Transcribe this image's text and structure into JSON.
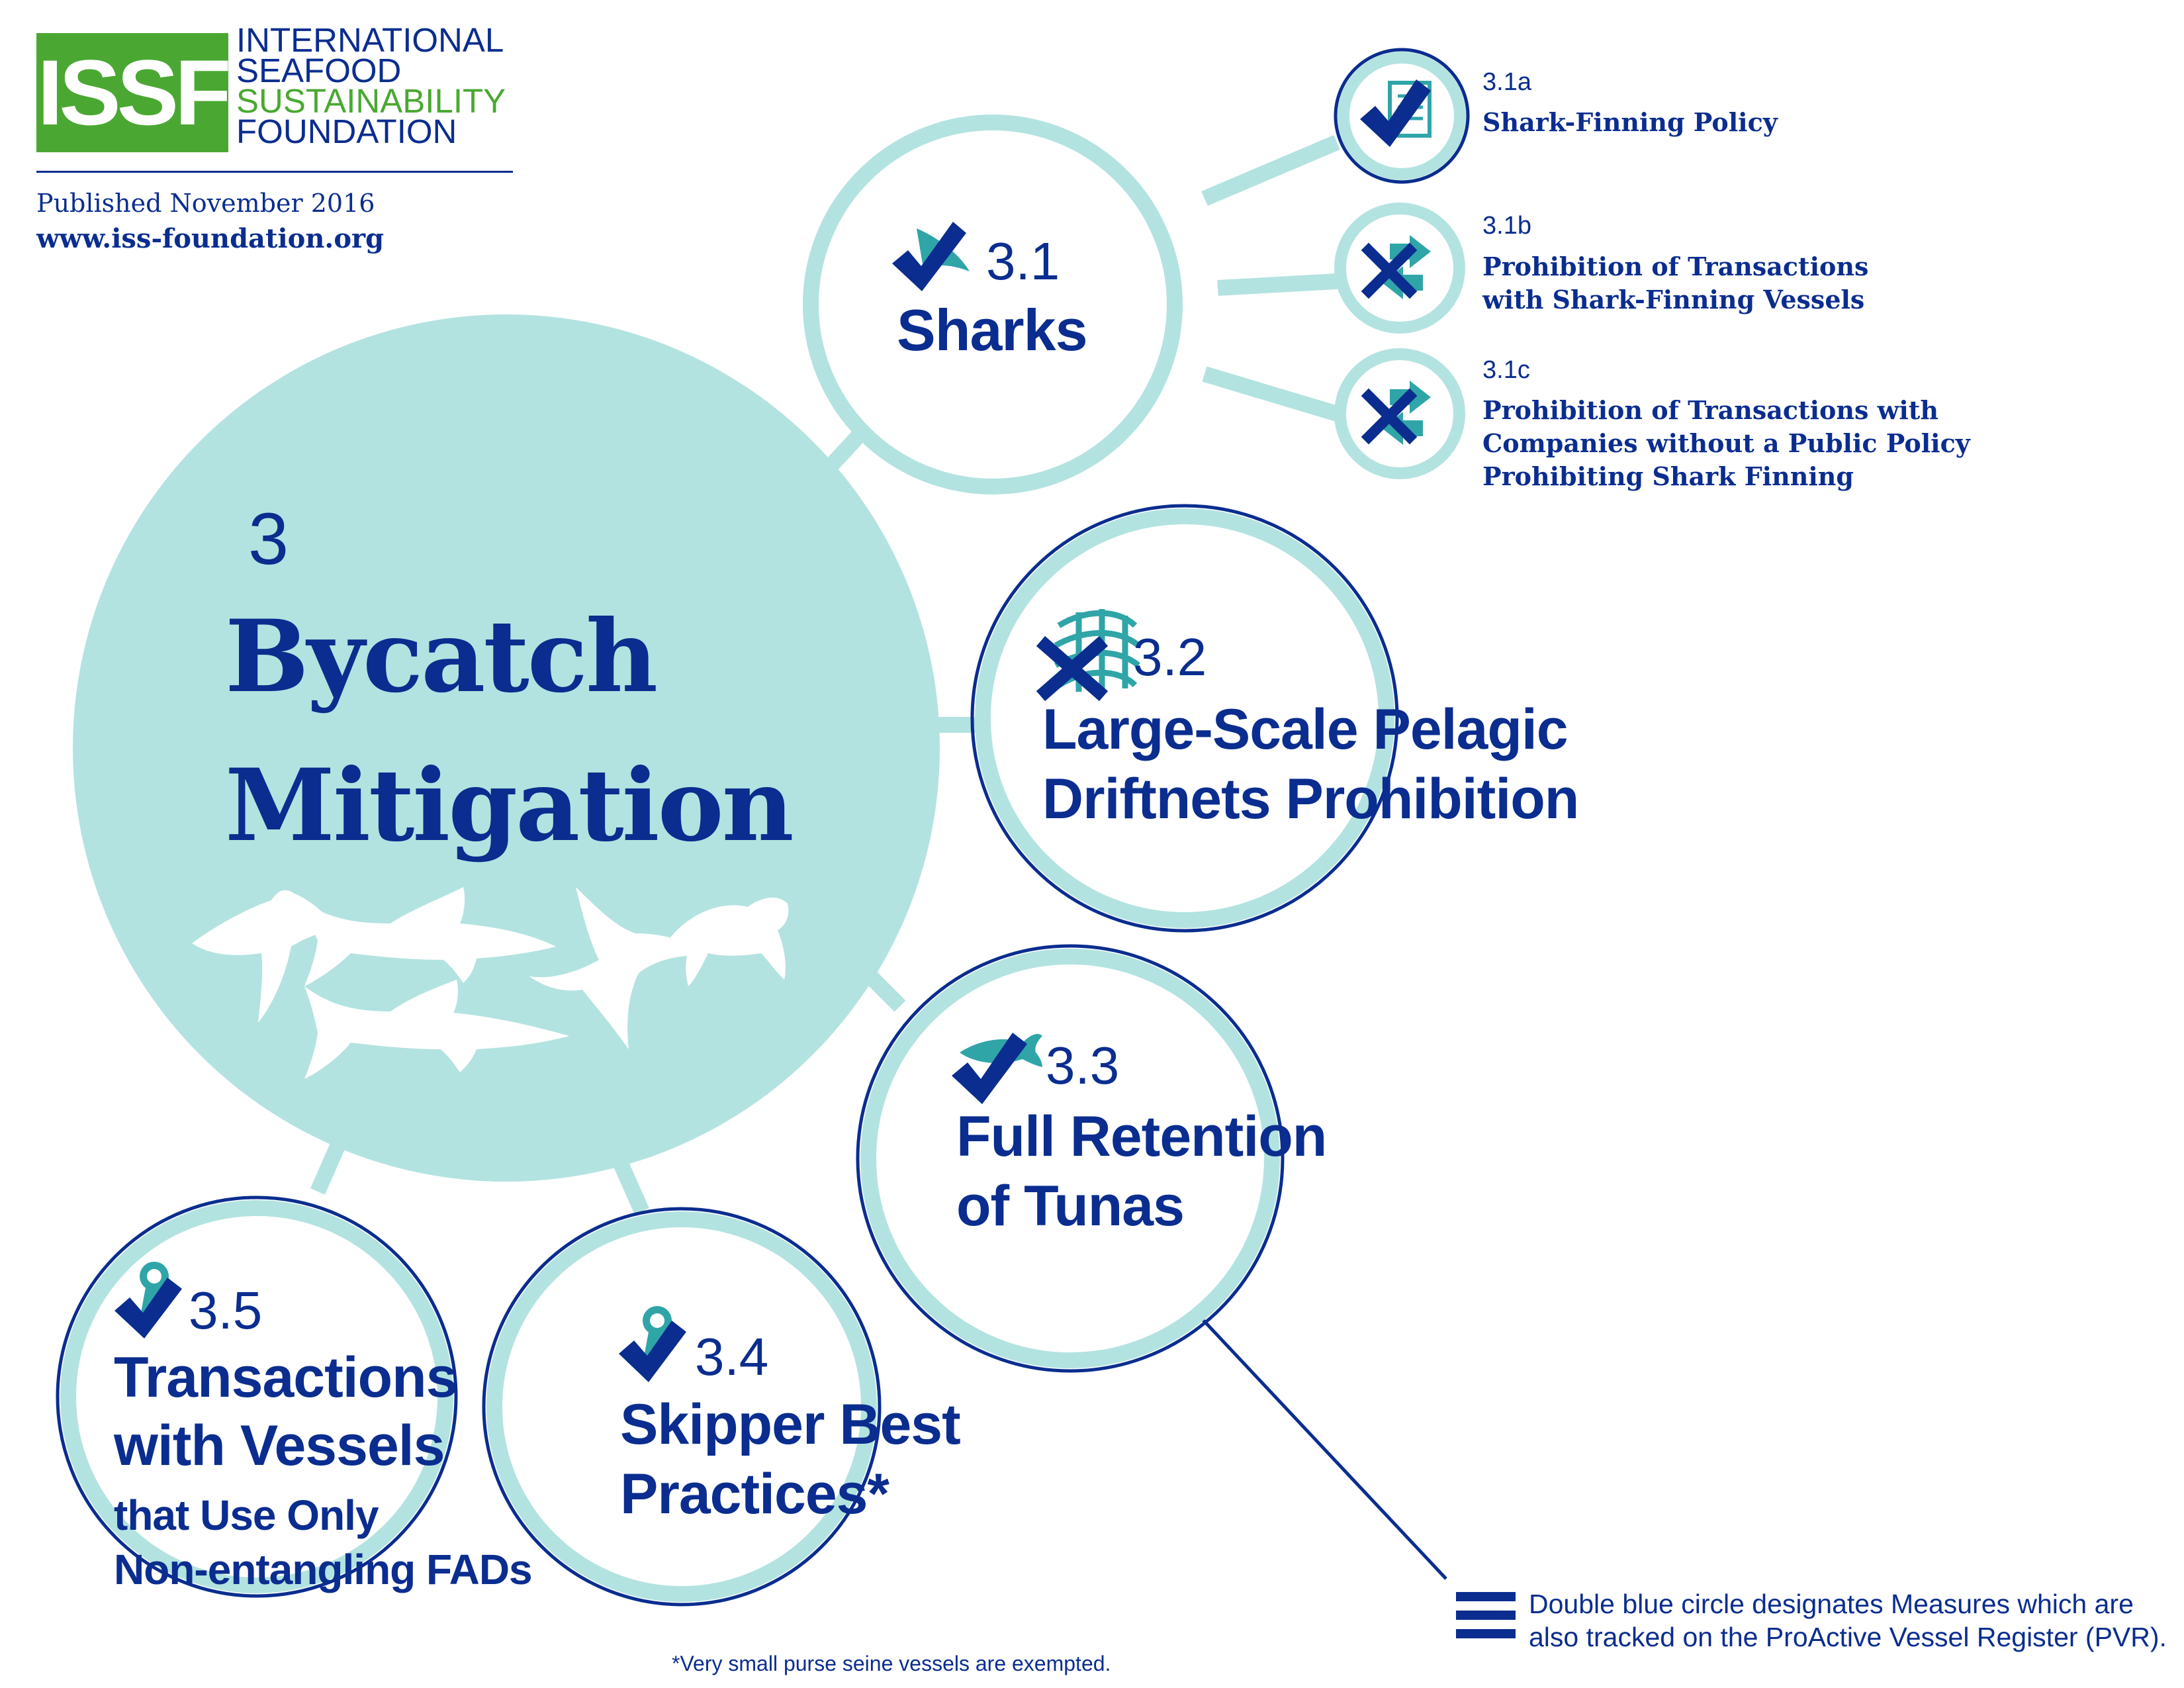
{
  "colors": {
    "navy": "#0a2d8f",
    "light_teal": "#b3e3e0",
    "teal_accent": "#2fa5a8",
    "green": "#4aa832",
    "white": "#ffffff"
  },
  "header": {
    "logo_text": "ISSF",
    "org_lines": [
      "INTERNATIONAL",
      "SEAFOOD",
      "SUSTAINABILITY",
      "FOUNDATION"
    ],
    "published": "Published November 2016",
    "website": "www.iss-foundation.org"
  },
  "main": {
    "number": "3",
    "title_lines": [
      "Bycatch",
      "Mitigation"
    ],
    "silhouette_icons": [
      "bird-icon",
      "shark-icon",
      "shark-icon",
      "manta-ray-icon",
      "turtle-icon"
    ]
  },
  "measures": [
    {
      "id": "m31",
      "number": "3.1",
      "title_lines": [
        "Sharks"
      ],
      "status": "check",
      "icon": "shark-fin-icon",
      "double_circle": false
    },
    {
      "id": "m32",
      "number": "3.2",
      "title_lines": [
        "Large-Scale Pelagic",
        "Driftnets Prohibition"
      ],
      "status": "cross",
      "icon": "net-icon",
      "double_circle": true
    },
    {
      "id": "m33",
      "number": "3.3",
      "title_lines": [
        "Full Retention",
        "of Tunas"
      ],
      "status": "check",
      "icon": "tuna-icon",
      "double_circle": true
    },
    {
      "id": "m34",
      "number": "3.4",
      "title_lines": [
        "Skipper Best",
        "Practices*"
      ],
      "status": "check",
      "icon": "award-ribbon-icon",
      "double_circle": true
    },
    {
      "id": "m35",
      "number": "3.5",
      "title_lines": [
        "Transactions",
        "with Vessels"
      ],
      "sub_lines": [
        "that Use Only",
        "Non-entangling FADs"
      ],
      "status": "check",
      "icon": "award-ribbon-icon",
      "double_circle": true
    }
  ],
  "submeasures": [
    {
      "id": "s31a",
      "code": "3.1a",
      "title_lines": [
        "Shark-Finning Policy"
      ],
      "status": "check",
      "icon": "document-icon",
      "double_circle": true
    },
    {
      "id": "s31b",
      "code": "3.1b",
      "title_lines": [
        "Prohibition of Transactions",
        "with Shark-Finning Vessels"
      ],
      "status": "cross",
      "icon": "transfer-arrows-icon",
      "double_circle": false
    },
    {
      "id": "s31c",
      "code": "3.1c",
      "title_lines": [
        "Prohibition of Transactions with",
        "Companies without a Public Policy",
        "Prohibiting Shark Finning"
      ],
      "status": "cross",
      "icon": "transfer-arrows-icon",
      "double_circle": false
    }
  ],
  "legend": {
    "icon": "double-line-icon",
    "lines": [
      "Double blue circle designates Measures which are",
      "also tracked on the ProActive Vessel Register (PVR)."
    ]
  },
  "footnote": "*Very small purse seine vessels are exempted."
}
